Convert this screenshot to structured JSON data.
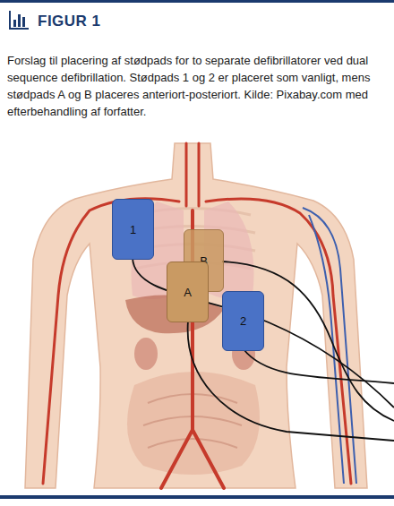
{
  "diagram": {
    "title": "FIGUR 1",
    "caption": "Forslag til placering af stødpads for to separate defibrillatorer ved dual sequence defibrillation. Stødpads 1 og 2 er placeret som vanligt, mens stødpads A og B placeres anteriort-posteriort. Kilde: Pixabay.com med efterbehandling af forfatter.",
    "nodes": [
      {
        "text": [
          "1"
        ]
      },
      {
        "text": [
          "B"
        ]
      },
      {
        "text": [
          "A"
        ]
      },
      {
        "text": [
          "2"
        ]
      }
    ]
  }
}
